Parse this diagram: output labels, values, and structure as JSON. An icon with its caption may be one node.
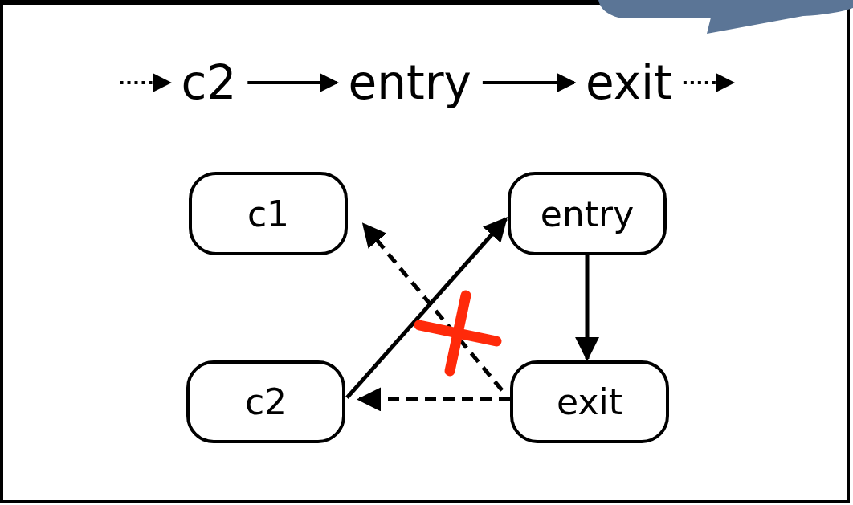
{
  "diagram": {
    "nodes": [
      {
        "text": [
          "c2"
        ]
      },
      {
        "text": [
          "entry"
        ]
      },
      {
        "text": [
          "exit"
        ]
      },
      {
        "text": [
          "c1"
        ]
      },
      {
        "text": [
          "entry"
        ]
      },
      {
        "text": [
          "c2"
        ]
      },
      {
        "text": [
          "exit"
        ]
      }
    ],
    "edges": [
      {
        "from": null,
        "to": 0,
        "arrow": "to",
        "style": "dashed"
      },
      {
        "from": 0,
        "to": 1,
        "arrow": "to"
      },
      {
        "from": 1,
        "to": 2,
        "arrow": "to"
      },
      {
        "from": 2,
        "to": null,
        "arrow": "to",
        "style": "dashed"
      },
      {
        "from": 5,
        "to": 4,
        "arrow": "to"
      },
      {
        "from": 4,
        "to": 6,
        "arrow": "to"
      },
      {
        "from": 6,
        "to": 5,
        "arrow": "to",
        "style": "dashed"
      },
      {
        "from": 6,
        "to": 3,
        "arrow": "to",
        "style": "dashed"
      }
    ]
  }
}
